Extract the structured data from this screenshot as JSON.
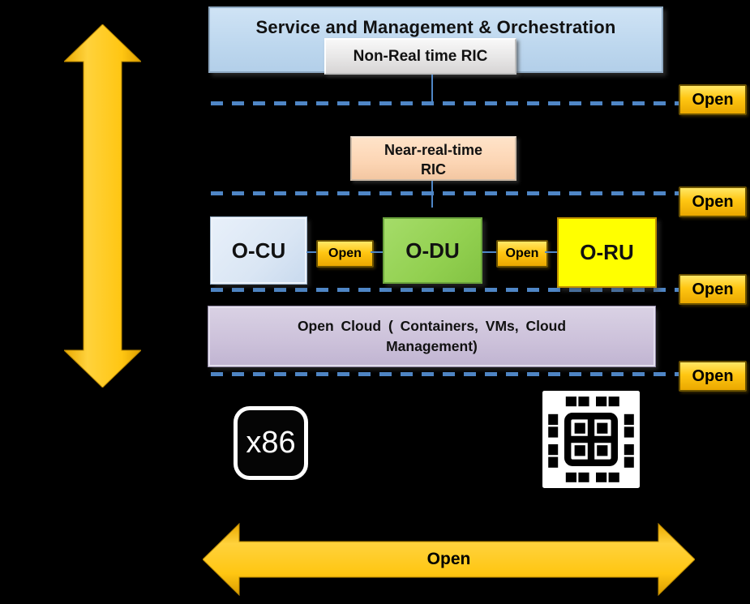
{
  "smo": {
    "title": "Service and Management & Orchestration"
  },
  "non_rt_ric": {
    "label": "Non-Real time RIC"
  },
  "near_rt_ric": {
    "lines": [
      "Near-real-time",
      "RIC"
    ]
  },
  "nodes": {
    "o_cu": "O-CU",
    "o_du": "O-DU",
    "o_ru": "O-RU"
  },
  "node_links": {
    "cu_du": "Open",
    "du_ru": "Open"
  },
  "open_interfaces": [
    "Open",
    "Open",
    "Open",
    "Open"
  ],
  "open_cloud": {
    "lines": [
      "Open Cloud ( Containers, VMs, Cloud",
      "Management)"
    ]
  },
  "hardware": {
    "x86_label": "x86",
    "chip_icon": "chip-icon"
  },
  "bottom_arrow": {
    "label": "Open"
  },
  "colors": {
    "background": "#000000",
    "smo_fill": "#BDD7EE",
    "non_rt_fill": "#E7E6E6",
    "near_rt_fill": "#FCD5B4",
    "o_cu_fill": "#DAE6F4",
    "o_du_fill": "#92D050",
    "o_ru_fill": "#FFFF00",
    "cloud_fill": "#CCC1DA",
    "gold": "#FFC612",
    "dashed_line": "#4F86C6"
  }
}
